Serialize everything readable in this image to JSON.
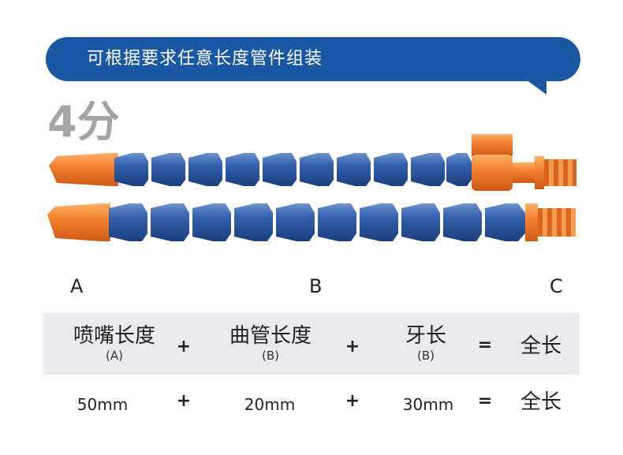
{
  "banner": {
    "text": "可根据要求任意长度管件组装"
  },
  "size_label": "4分",
  "dimension": {
    "a": "A",
    "b": "B",
    "c": "C"
  },
  "table": {
    "headers": [
      {
        "main": "喷嘴长度",
        "sub": "(A)"
      },
      {
        "main": "曲管长度",
        "sub": "(B)"
      },
      {
        "main": "牙长",
        "sub": "(B)"
      }
    ],
    "plus": "+",
    "equals": "=",
    "total": "全长",
    "values": [
      "50mm",
      "20mm",
      "30mm"
    ]
  },
  "colors": {
    "banner": "#1b58a4",
    "hose_blue": "#2a56a2",
    "fitting_orange": "#f07a2a",
    "label_gray": "#a4a4a4"
  }
}
